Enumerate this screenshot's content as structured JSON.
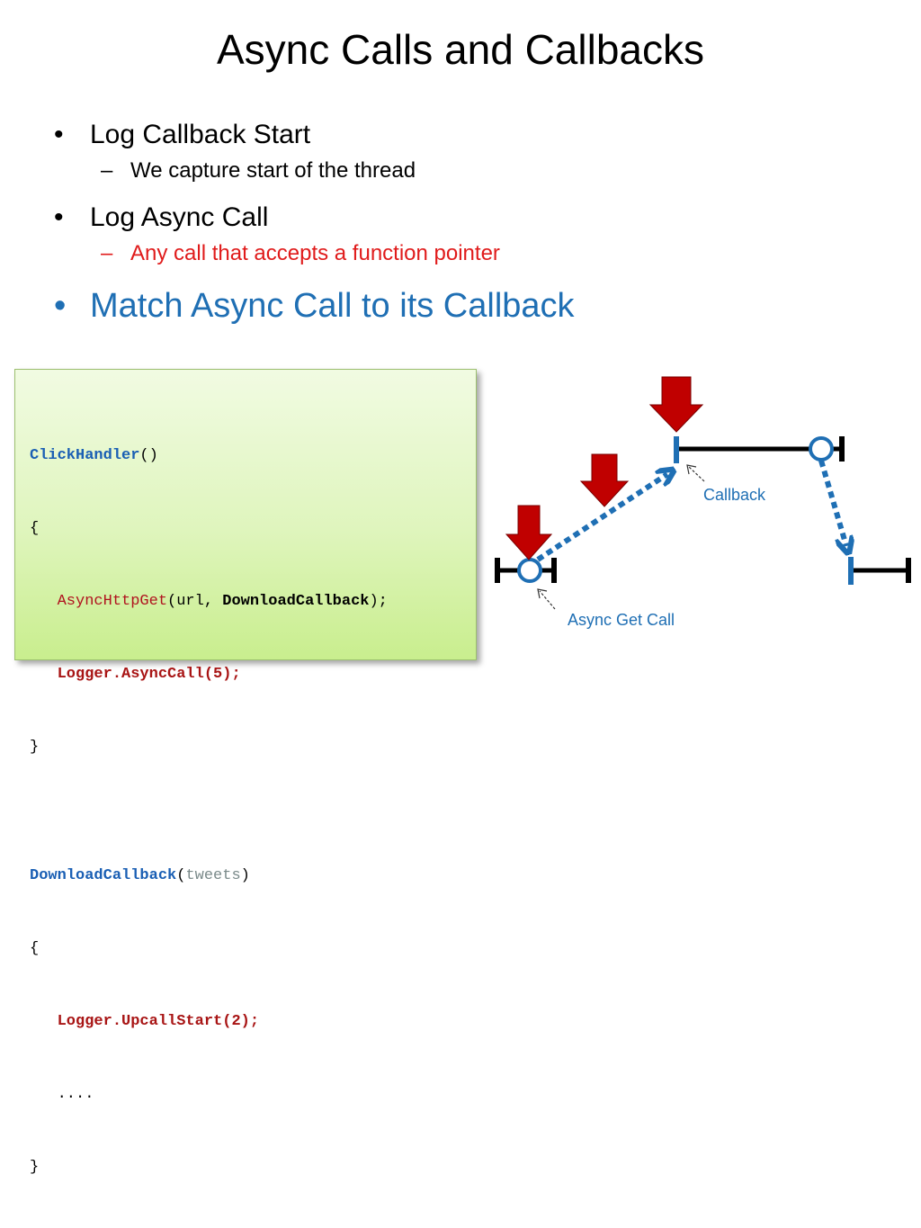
{
  "slide": {
    "title": "Async Calls and Callbacks"
  },
  "bullets": {
    "item1": "Log Callback Start",
    "item1_sub": "We capture start of the thread",
    "item2": "Log Async Call",
    "item2_sub": "Any call that accepts a function pointer",
    "item3": "Match Async Call to its Callback",
    "bullet_char": "•",
    "dash_char": "–"
  },
  "code": {
    "l1_func": "ClickHandler",
    "l1_parens": "()",
    "open_brace": "{",
    "close_brace": "}",
    "l3_call": "AsyncHttpGet",
    "l3_open": "(url, ",
    "l3_arg": "DownloadCallback",
    "l3_close": ");",
    "l4": "Logger.AsyncCall(5);",
    "l6_func": "DownloadCallback",
    "l6_open": "(",
    "l6_param": "tweets",
    "l6_close": ")",
    "l8": "Logger.UpcallStart(2);",
    "l9": "...."
  },
  "diagram": {
    "callback_label": "Callback",
    "async_get_label": "Async Get Call",
    "colors": {
      "arrow_red": "#c00000",
      "dotted_blue": "#1f6fb4",
      "timeline": "#000000"
    }
  }
}
